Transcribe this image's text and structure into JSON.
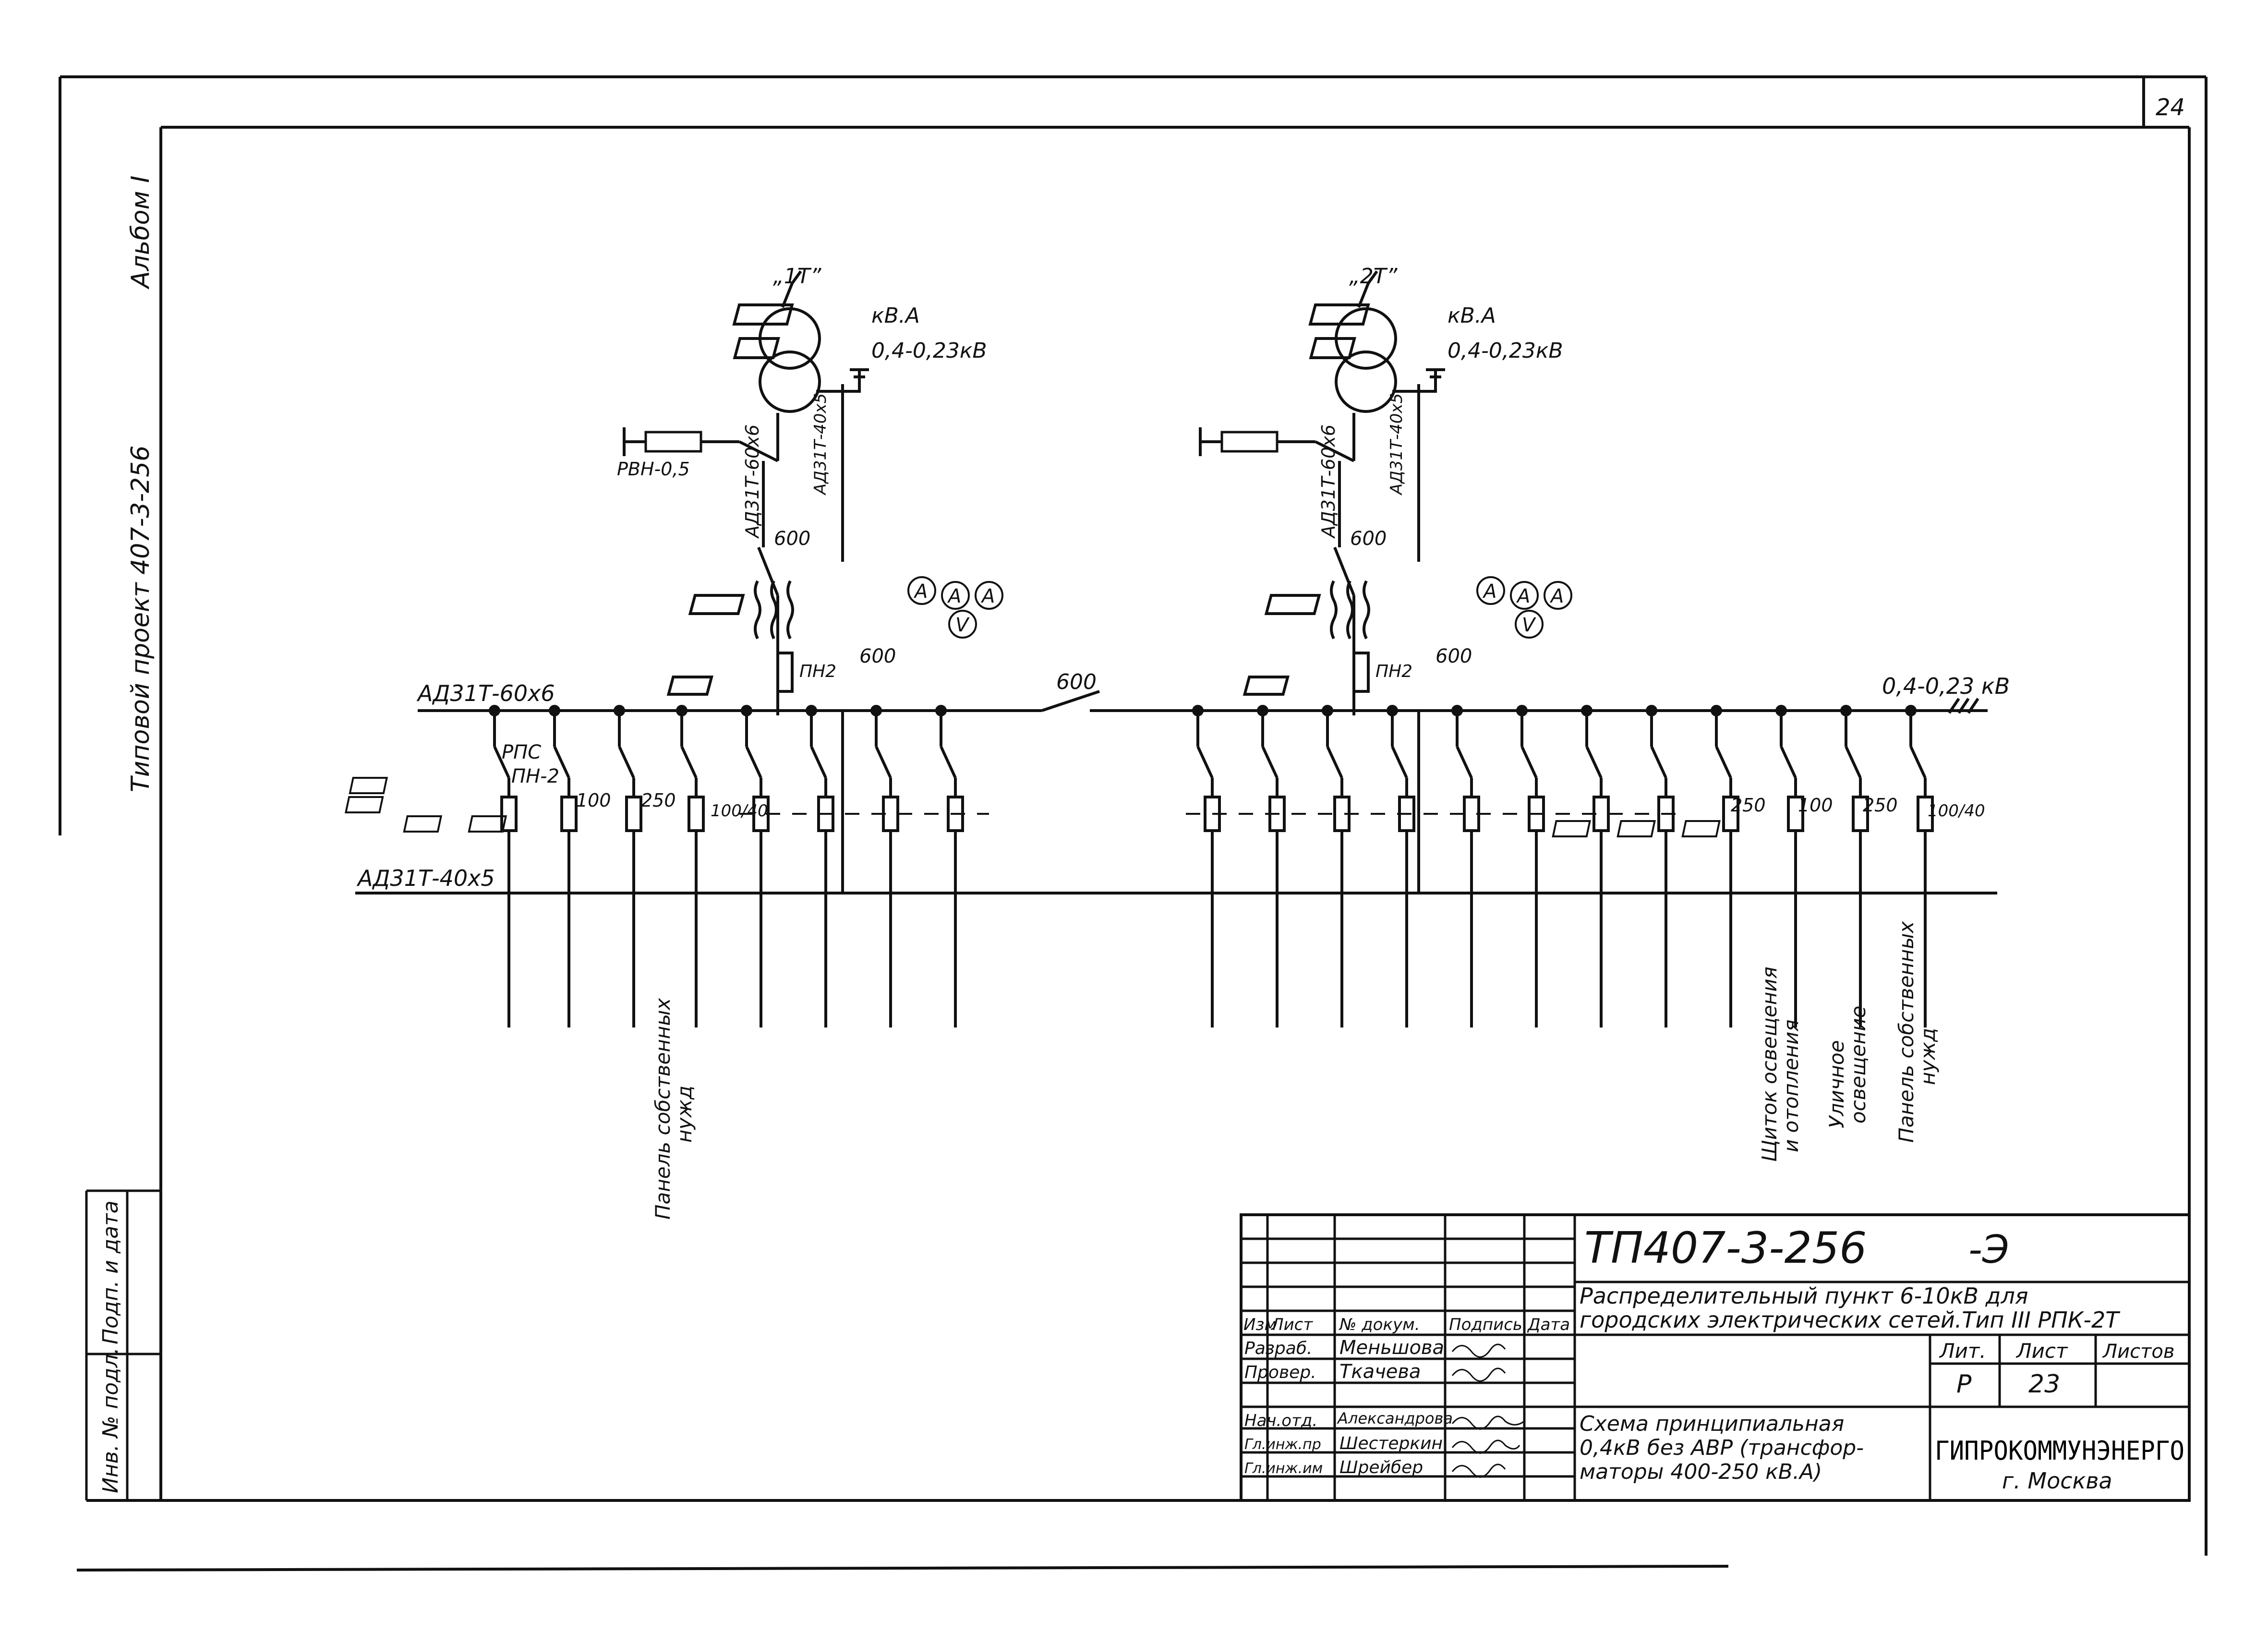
{
  "sheet_corner_number": "24",
  "left_margin": {
    "album": "Альбом I",
    "project": "Типовой проект 407-3-256",
    "stamp_date": "Подп. и дата",
    "stamp_inv": "Инв. № подл."
  },
  "transformers": [
    {
      "id": "„1Т”",
      "power": "кВ.А",
      "voltage": "0,4-0,23кВ",
      "arrester": "РВН-0,5",
      "bus_to_left": "АД31Т-60х6",
      "bus_down": "АД31Т-40х5",
      "breaker": "600",
      "meters": [
        "A",
        "A",
        "A",
        "V"
      ],
      "fuse": "ПН2",
      "fuse_rating": "600"
    },
    {
      "id": "„2Т”",
      "power": "кВ.А",
      "voltage": "0,4-0,23кВ",
      "arrester": "",
      "bus_to_left": "АД31Т-60х6",
      "bus_down": "АД31Т-40х5",
      "breaker": "600",
      "meters": [
        "A",
        "A",
        "A",
        "V"
      ],
      "fuse": "ПН2",
      "fuse_rating": "600"
    }
  ],
  "main_bus": {
    "label_left": "АД31Т-60х6",
    "label_right": "0,4-0,23 кВ",
    "sectional_breaker": "600",
    "lower_bus_label": "АД31Т-40х5"
  },
  "feeder_labels": {
    "rps": "РПС",
    "pn2": "ПН-2",
    "left_ratings": [
      "100",
      "250",
      "100/40"
    ],
    "right_ratings": [
      "250",
      "100",
      "250",
      "100/40"
    ]
  },
  "feeder_captions": {
    "left_own_needs": [
      "Панель собственных",
      "нужд"
    ],
    "lighting_heating": [
      "Щиток освещения",
      "и отопления"
    ],
    "street_lighting": [
      "Уличное",
      "освещение"
    ],
    "right_own_needs": [
      "Панель собственных",
      "нужд"
    ]
  },
  "title_block": {
    "code": "ТП407-3-256",
    "suffix": "-Э",
    "name_line1": "Распределительный пункт 6-10кВ для",
    "name_line2": "городских электрических сетей.Тип III РПК-2Т",
    "headers": [
      "Изм",
      "Лист",
      "№ докум.",
      "Подпись",
      "Дата"
    ],
    "roles": [
      "Разраб.",
      "Провер.",
      "Нач.отд.",
      "Гл.инж.пр",
      "Гл.инж.им"
    ],
    "names": [
      "Меньшова",
      "Ткачева",
      "Александрова",
      "Шестеркин",
      "Шрейбер"
    ],
    "lit_header": "Лит.",
    "sheet_header": "Лист",
    "sheets_header": "Листов",
    "lit_value": "Р",
    "sheet_value": "23",
    "drawing_title": [
      "Схема принципиальная",
      "0,4кВ без АВР (трансфор-",
      "маторы 400-250 кВ.А)"
    ],
    "org": "ГИПРОКОММУНЭНЕРГО",
    "city": "г. Москва"
  }
}
